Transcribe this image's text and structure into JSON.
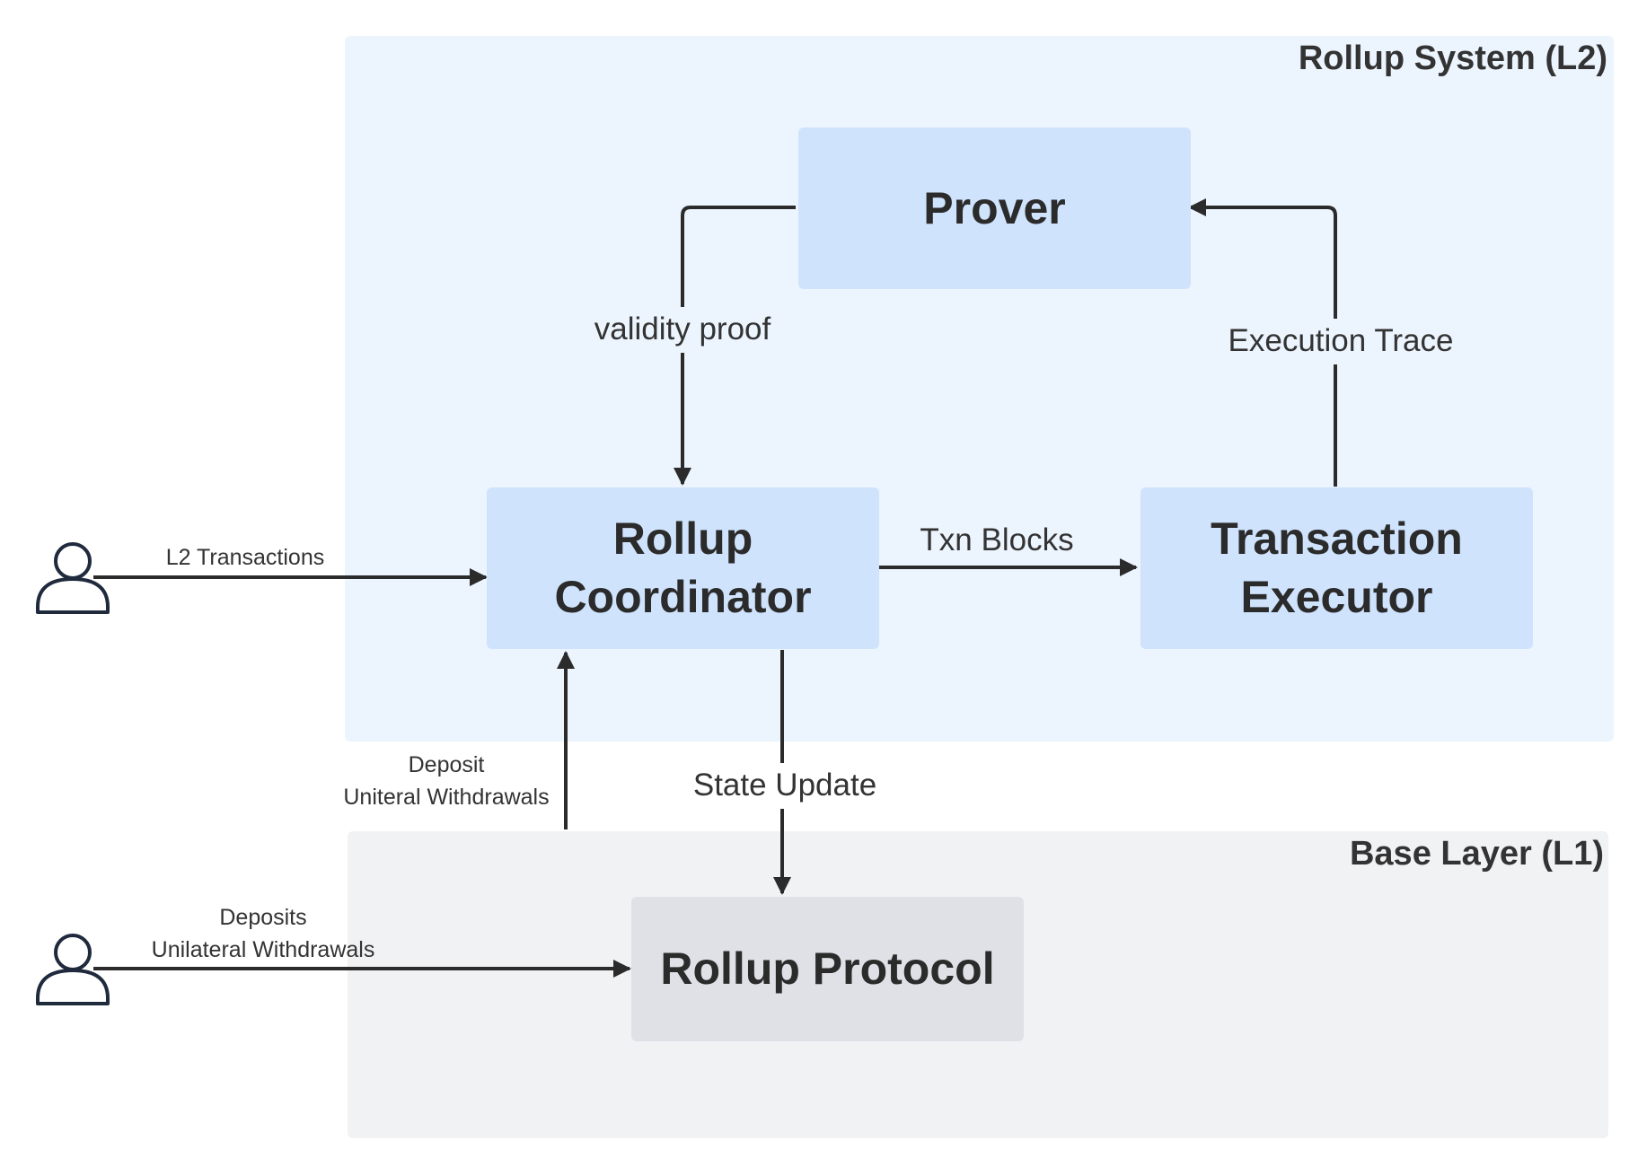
{
  "regions": {
    "l2": {
      "title": "Rollup System (L2)"
    },
    "l1": {
      "title": "Base Layer (L1)"
    }
  },
  "nodes": {
    "prover": "Prover",
    "coordinator": "Rollup\nCoordinator",
    "executor": "Transaction\nExecutor",
    "protocol": "Rollup Protocol"
  },
  "edges": {
    "validity_proof": "validity proof",
    "execution_trace": "Execution Trace",
    "txn_blocks": "Txn Blocks",
    "state_update": "State Update",
    "l2_transactions": "L2 Transactions",
    "deposit_withdrawals": "Deposit\nUniteral Withdrawals",
    "deposits_l1": "Deposits\nUnilateral Withdrawals"
  },
  "actors": [
    {
      "name": "user-l2",
      "icon": "person-icon"
    },
    {
      "name": "user-l1",
      "icon": "person-icon"
    }
  ],
  "colors": {
    "l2_region": "#ecf4fe",
    "l2_box": "#cfe3fd",
    "l1_region": "#f1f2f4",
    "l1_box": "#dfe1e6",
    "line": "#2b2b2b",
    "actor": "#1f2a3c"
  }
}
